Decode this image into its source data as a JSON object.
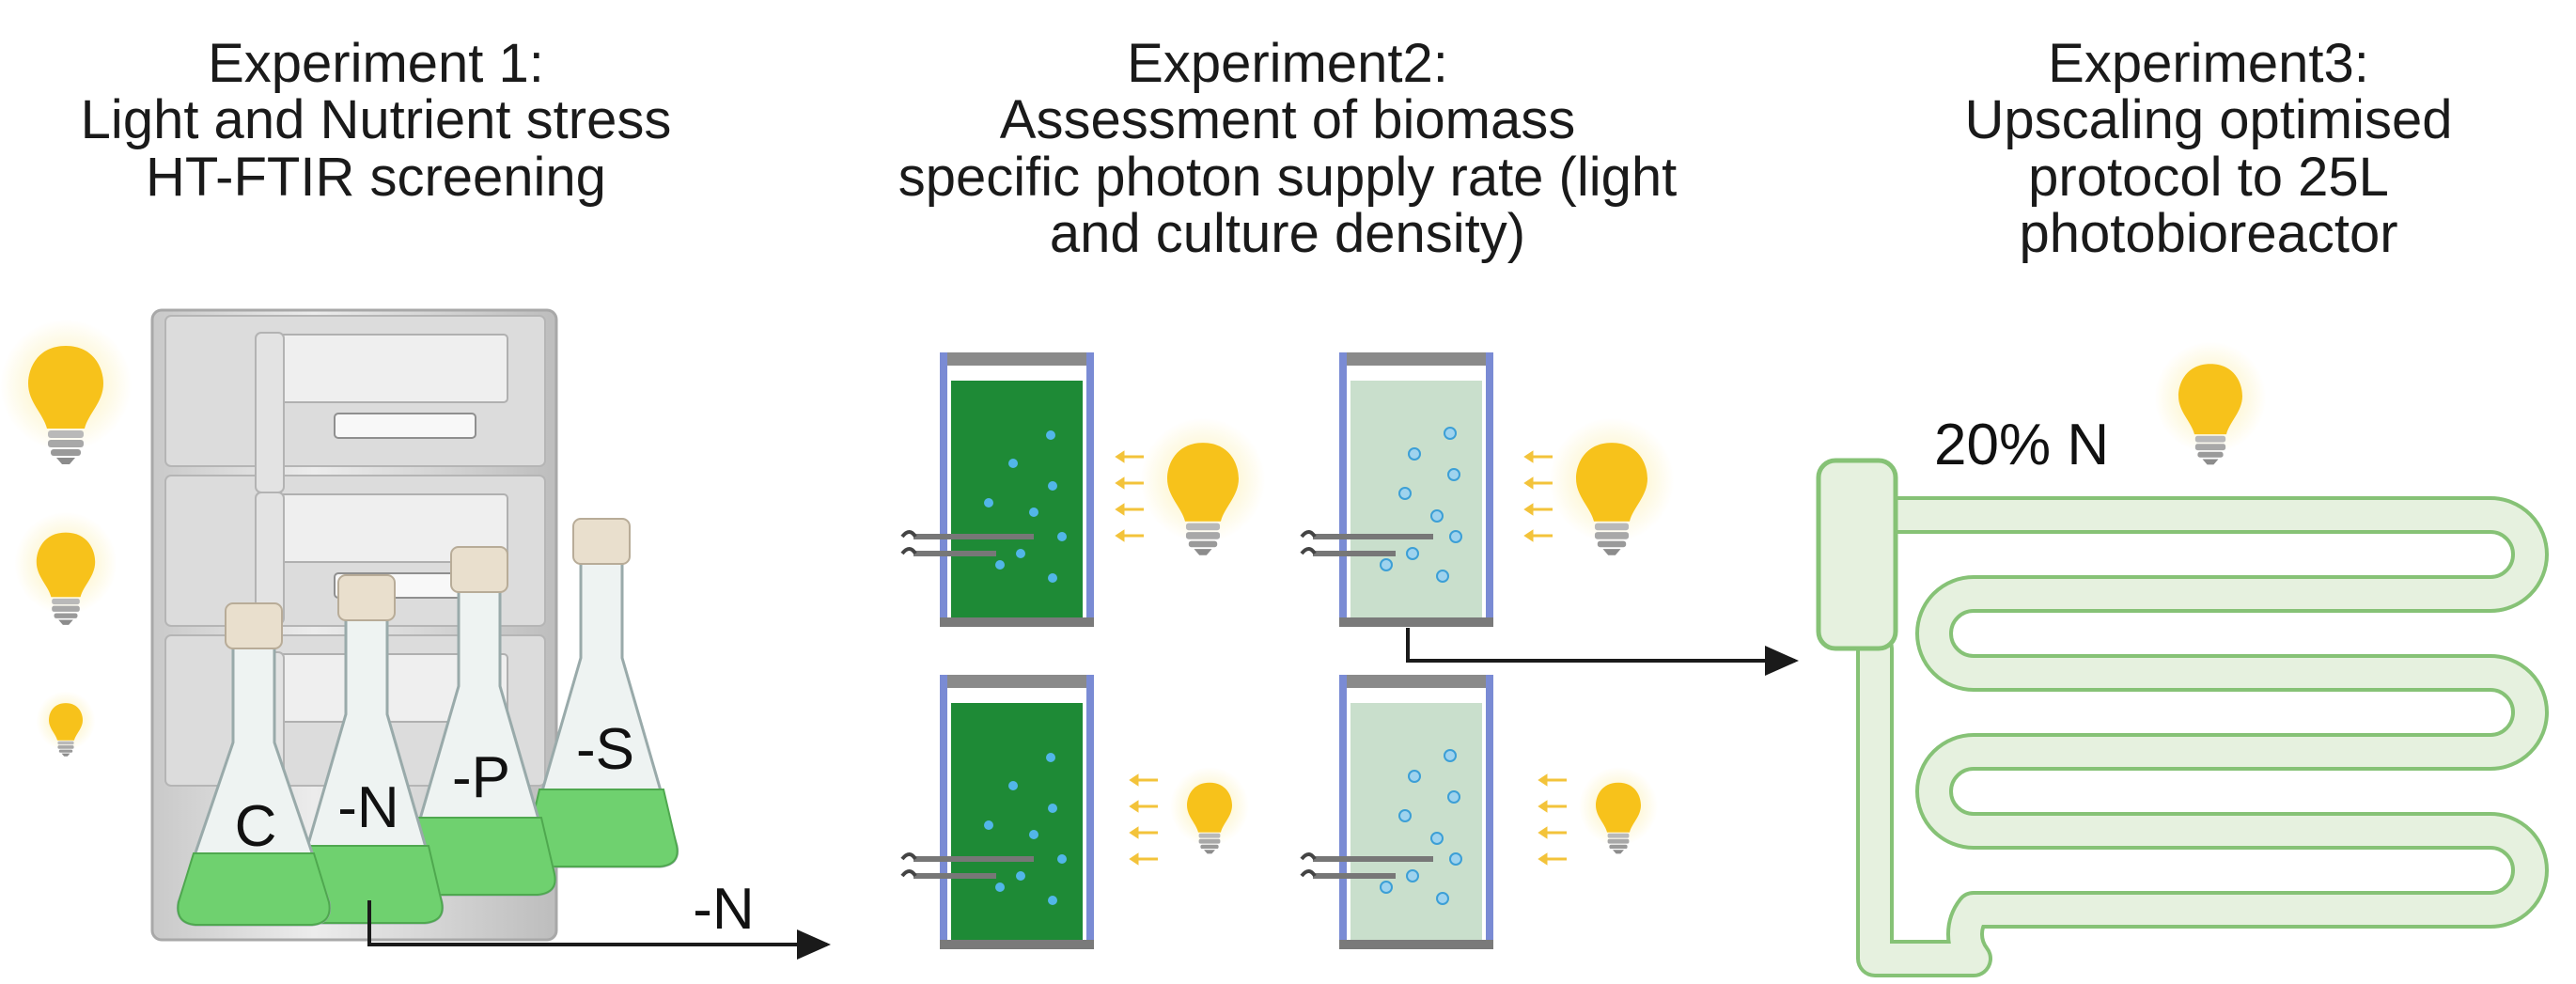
{
  "experiment1": {
    "title": "Experiment 1:",
    "line2": "Light and Nutrient stress",
    "line3": "HT-FTIR screening",
    "flask_labels": [
      "C",
      "-N",
      "-P",
      "-S"
    ],
    "arrow_label": "-N"
  },
  "experiment2": {
    "title": "Experiment2:",
    "line2": "Assessment of biomass",
    "line3": "specific photon supply rate (light",
    "line4": "and culture density)"
  },
  "experiment3": {
    "title": "Experiment3:",
    "line2": "Upscaling optimised",
    "line3": "protocol  to 25L",
    "line4": "photobioreactor",
    "nitrogen_label": "20% N"
  },
  "colors": {
    "culture_dense": "#1e8a36",
    "culture_dilute": "#c9dfcc",
    "flask_liquid": "#6fd16f",
    "bulb": "#f7c21b",
    "bulb_glow": "#fdf1b8",
    "reactor_tube": "#e6f1df",
    "reactor_outline": "#86c276",
    "bubble": "#52b6e8",
    "arrow": "#1a1a1a"
  },
  "icons": [
    "light-bulb-icon",
    "incubator-icon",
    "erlenmeyer-flask-icon",
    "photobioreactor-icon",
    "arrow-icon"
  ]
}
